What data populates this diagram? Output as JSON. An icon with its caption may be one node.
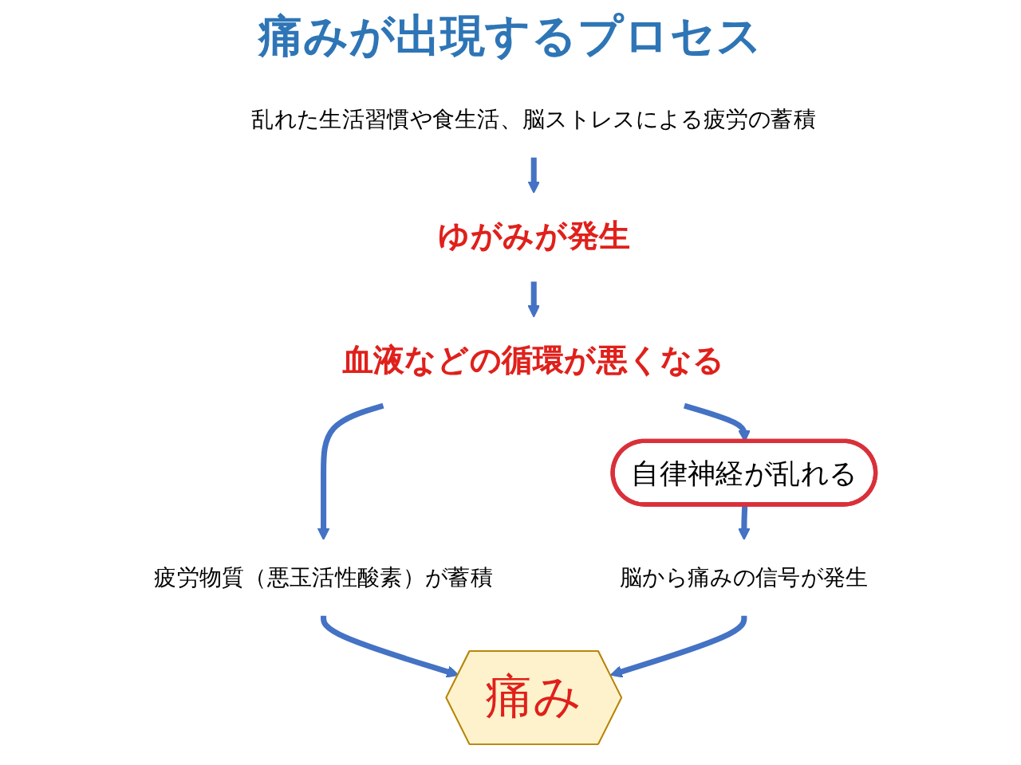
{
  "diagram": {
    "title": "痛みが出現するプロセス",
    "nodes": [
      {
        "text": [
          "乱れた生活習慣や食生活、脳ストレスによる疲労の蓄積"
        ]
      },
      {
        "text": [
          "ゆがみが発生"
        ]
      },
      {
        "text": [
          "血液などの循環が悪くなる"
        ]
      },
      {
        "text": [
          "疲労物質（悪玉活性酸素）が蓄積"
        ]
      },
      {
        "text": [
          "自律神経が乱れる"
        ]
      },
      {
        "text": [
          "脳から痛みの信号が発生"
        ]
      },
      {
        "text": [
          "痛み"
        ]
      }
    ],
    "edges": [
      {
        "from": 0,
        "to": 1,
        "arrow": "to"
      },
      {
        "from": 1,
        "to": 2,
        "arrow": "to"
      },
      {
        "from": 2,
        "to": 3,
        "arrow": "to"
      },
      {
        "from": 2,
        "to": 4,
        "arrow": "to"
      },
      {
        "from": 4,
        "to": 5,
        "arrow": "to"
      },
      {
        "from": 3,
        "to": 6,
        "arrow": "to"
      },
      {
        "from": 5,
        "to": 6,
        "arrow": "to"
      }
    ]
  }
}
